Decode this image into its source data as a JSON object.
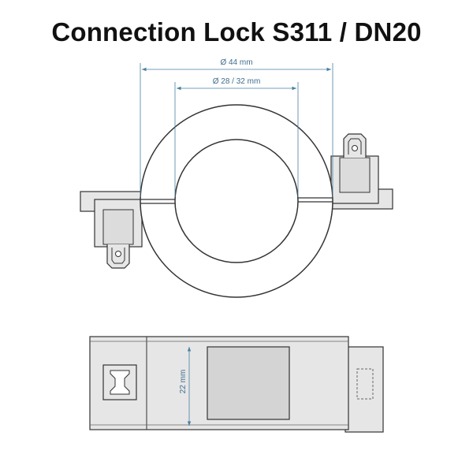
{
  "title": "Connection Lock S311 / DN20",
  "dimensions": {
    "outer_diameter": "Ø 44 mm",
    "inner_diameter": "Ø 28 / 32 mm",
    "height": "22 mm"
  },
  "colors": {
    "outline": "#333333",
    "part_fill": "#e6e6e6",
    "dimension": "#4a7fa0",
    "window_fill": "#d4d4d4"
  }
}
